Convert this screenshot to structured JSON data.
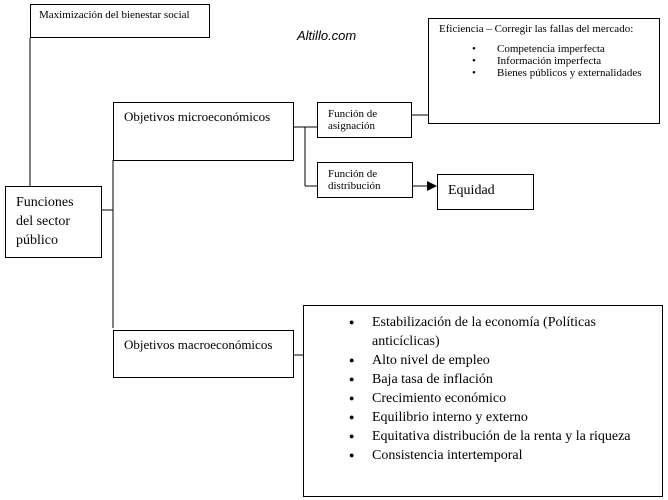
{
  "watermark": "Altillo.com",
  "boxes": {
    "bienestar": "Maximización del bienestar social",
    "funciones": "Funciones del sector público",
    "micro": "Objetivos microeconómicos",
    "macro": "Objetivos macroeconómicos",
    "asignacion": "Función de asignación",
    "distribucion": "Función de distribución",
    "equidad": "Equidad"
  },
  "eficiencia": {
    "title": "Eficiencia – Corregir las fallas del mercado:",
    "items": [
      "Competencia imperfecta",
      "Información imperfecta",
      "Bienes públicos y externalidades"
    ]
  },
  "macro_items": [
    "Estabilización de la economía (Políticas anticíclicas)",
    "Alto nivel de empleo",
    "Baja tasa de inflación",
    "Crecimiento económico",
    "Equilibrio interno y externo",
    "Equitativa distribución de la renta y la riqueza",
    "Consistencia intertemporal"
  ]
}
